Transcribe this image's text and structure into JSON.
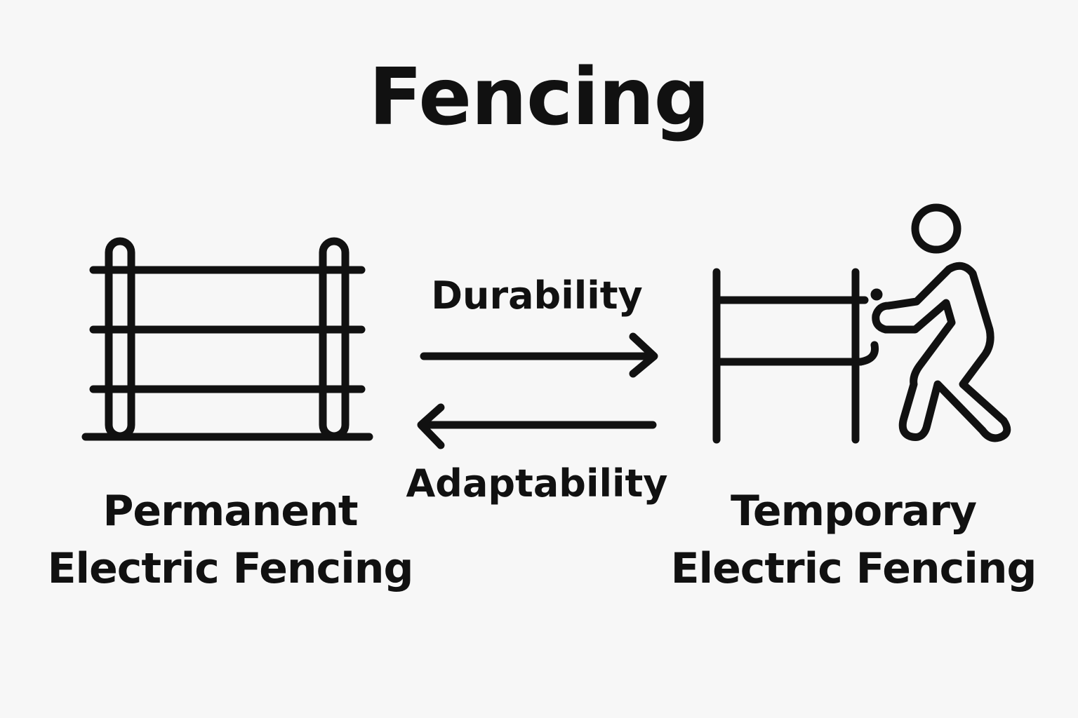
{
  "title": "Fencing",
  "left": {
    "line1": "Permanent",
    "line2": "Electric Fencing",
    "icon": "permanent-fence-icon"
  },
  "right": {
    "line1": "Temporary",
    "line2": "Electric Fencing",
    "icon": "temporary-fence-with-person-icon"
  },
  "arrows": {
    "top_label": "Durability",
    "top_direction": "right",
    "bottom_label": "Adaptability",
    "bottom_direction": "left"
  },
  "colors": {
    "background": "#f7f7f7",
    "ink": "#111111"
  }
}
